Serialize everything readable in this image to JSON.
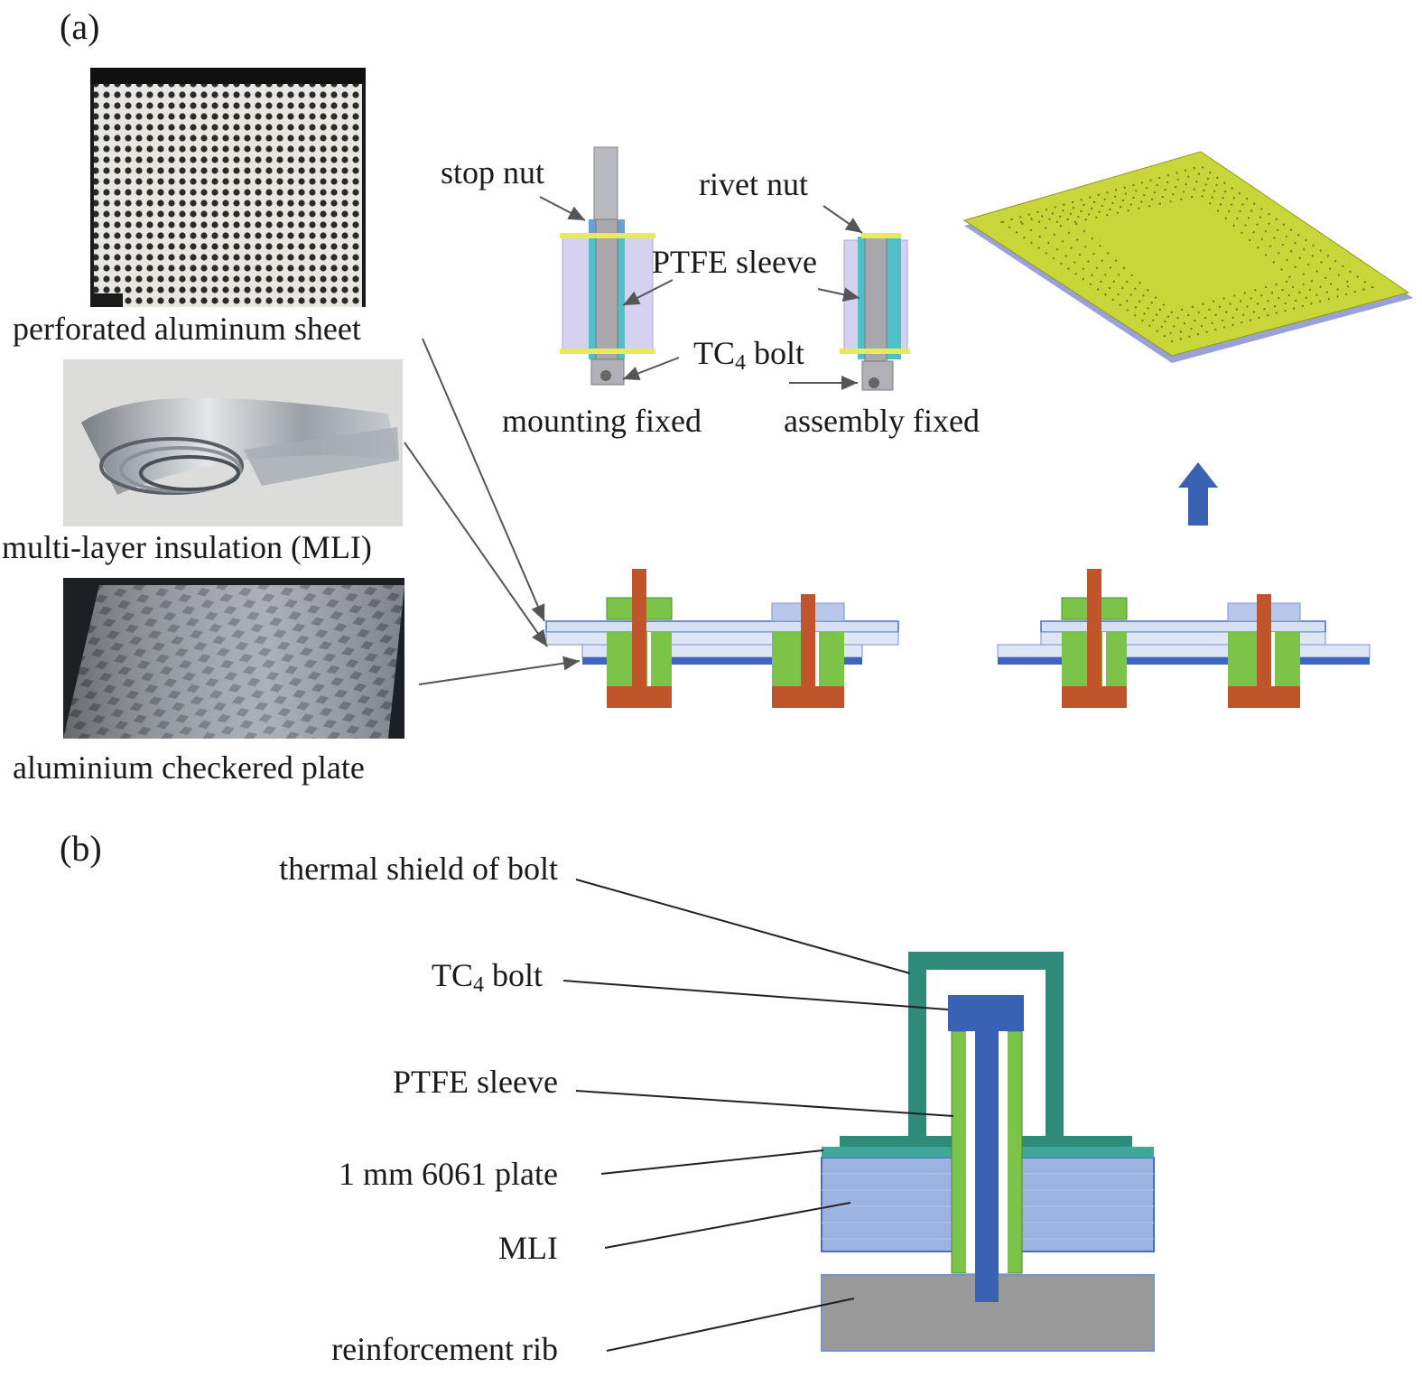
{
  "panel_a": {
    "label": "(a)",
    "photos": {
      "perforated": "perforated aluminum sheet",
      "mli": "multi-layer insulation (MLI)",
      "checkered": "aluminium checkered plate"
    },
    "fasteners": {
      "stop_nut": "stop nut",
      "rivet_nut": "rivet nut",
      "ptfe_sleeve": "PTFE sleeve",
      "tc4_main": "TC",
      "tc4_sub": "4",
      "tc4_rest": " bolt",
      "mounting": "mounting fixed",
      "assembly": "assembly fixed"
    }
  },
  "panel_b": {
    "label": "(b)",
    "labels": {
      "thermal_shield": "thermal shield of bolt",
      "tc4_main": "TC",
      "tc4_sub": "4",
      "tc4_rest": " bolt",
      "ptfe": "PTFE sleeve",
      "plate": "1 mm 6061 plate",
      "mli": "MLI",
      "rib": "reinforcement rib"
    }
  },
  "colors": {
    "panel_yellow": "#c8d63a",
    "panel_base": "#9aa0d8",
    "arrow_blue": "#3a62b4",
    "bolt_orange": "#c0542a",
    "sleeve_green": "#7cc34a",
    "mli_blue": "#9cb2e0",
    "shield_teal": "#2f8a7a",
    "rib_gray": "#9a9a9a"
  }
}
